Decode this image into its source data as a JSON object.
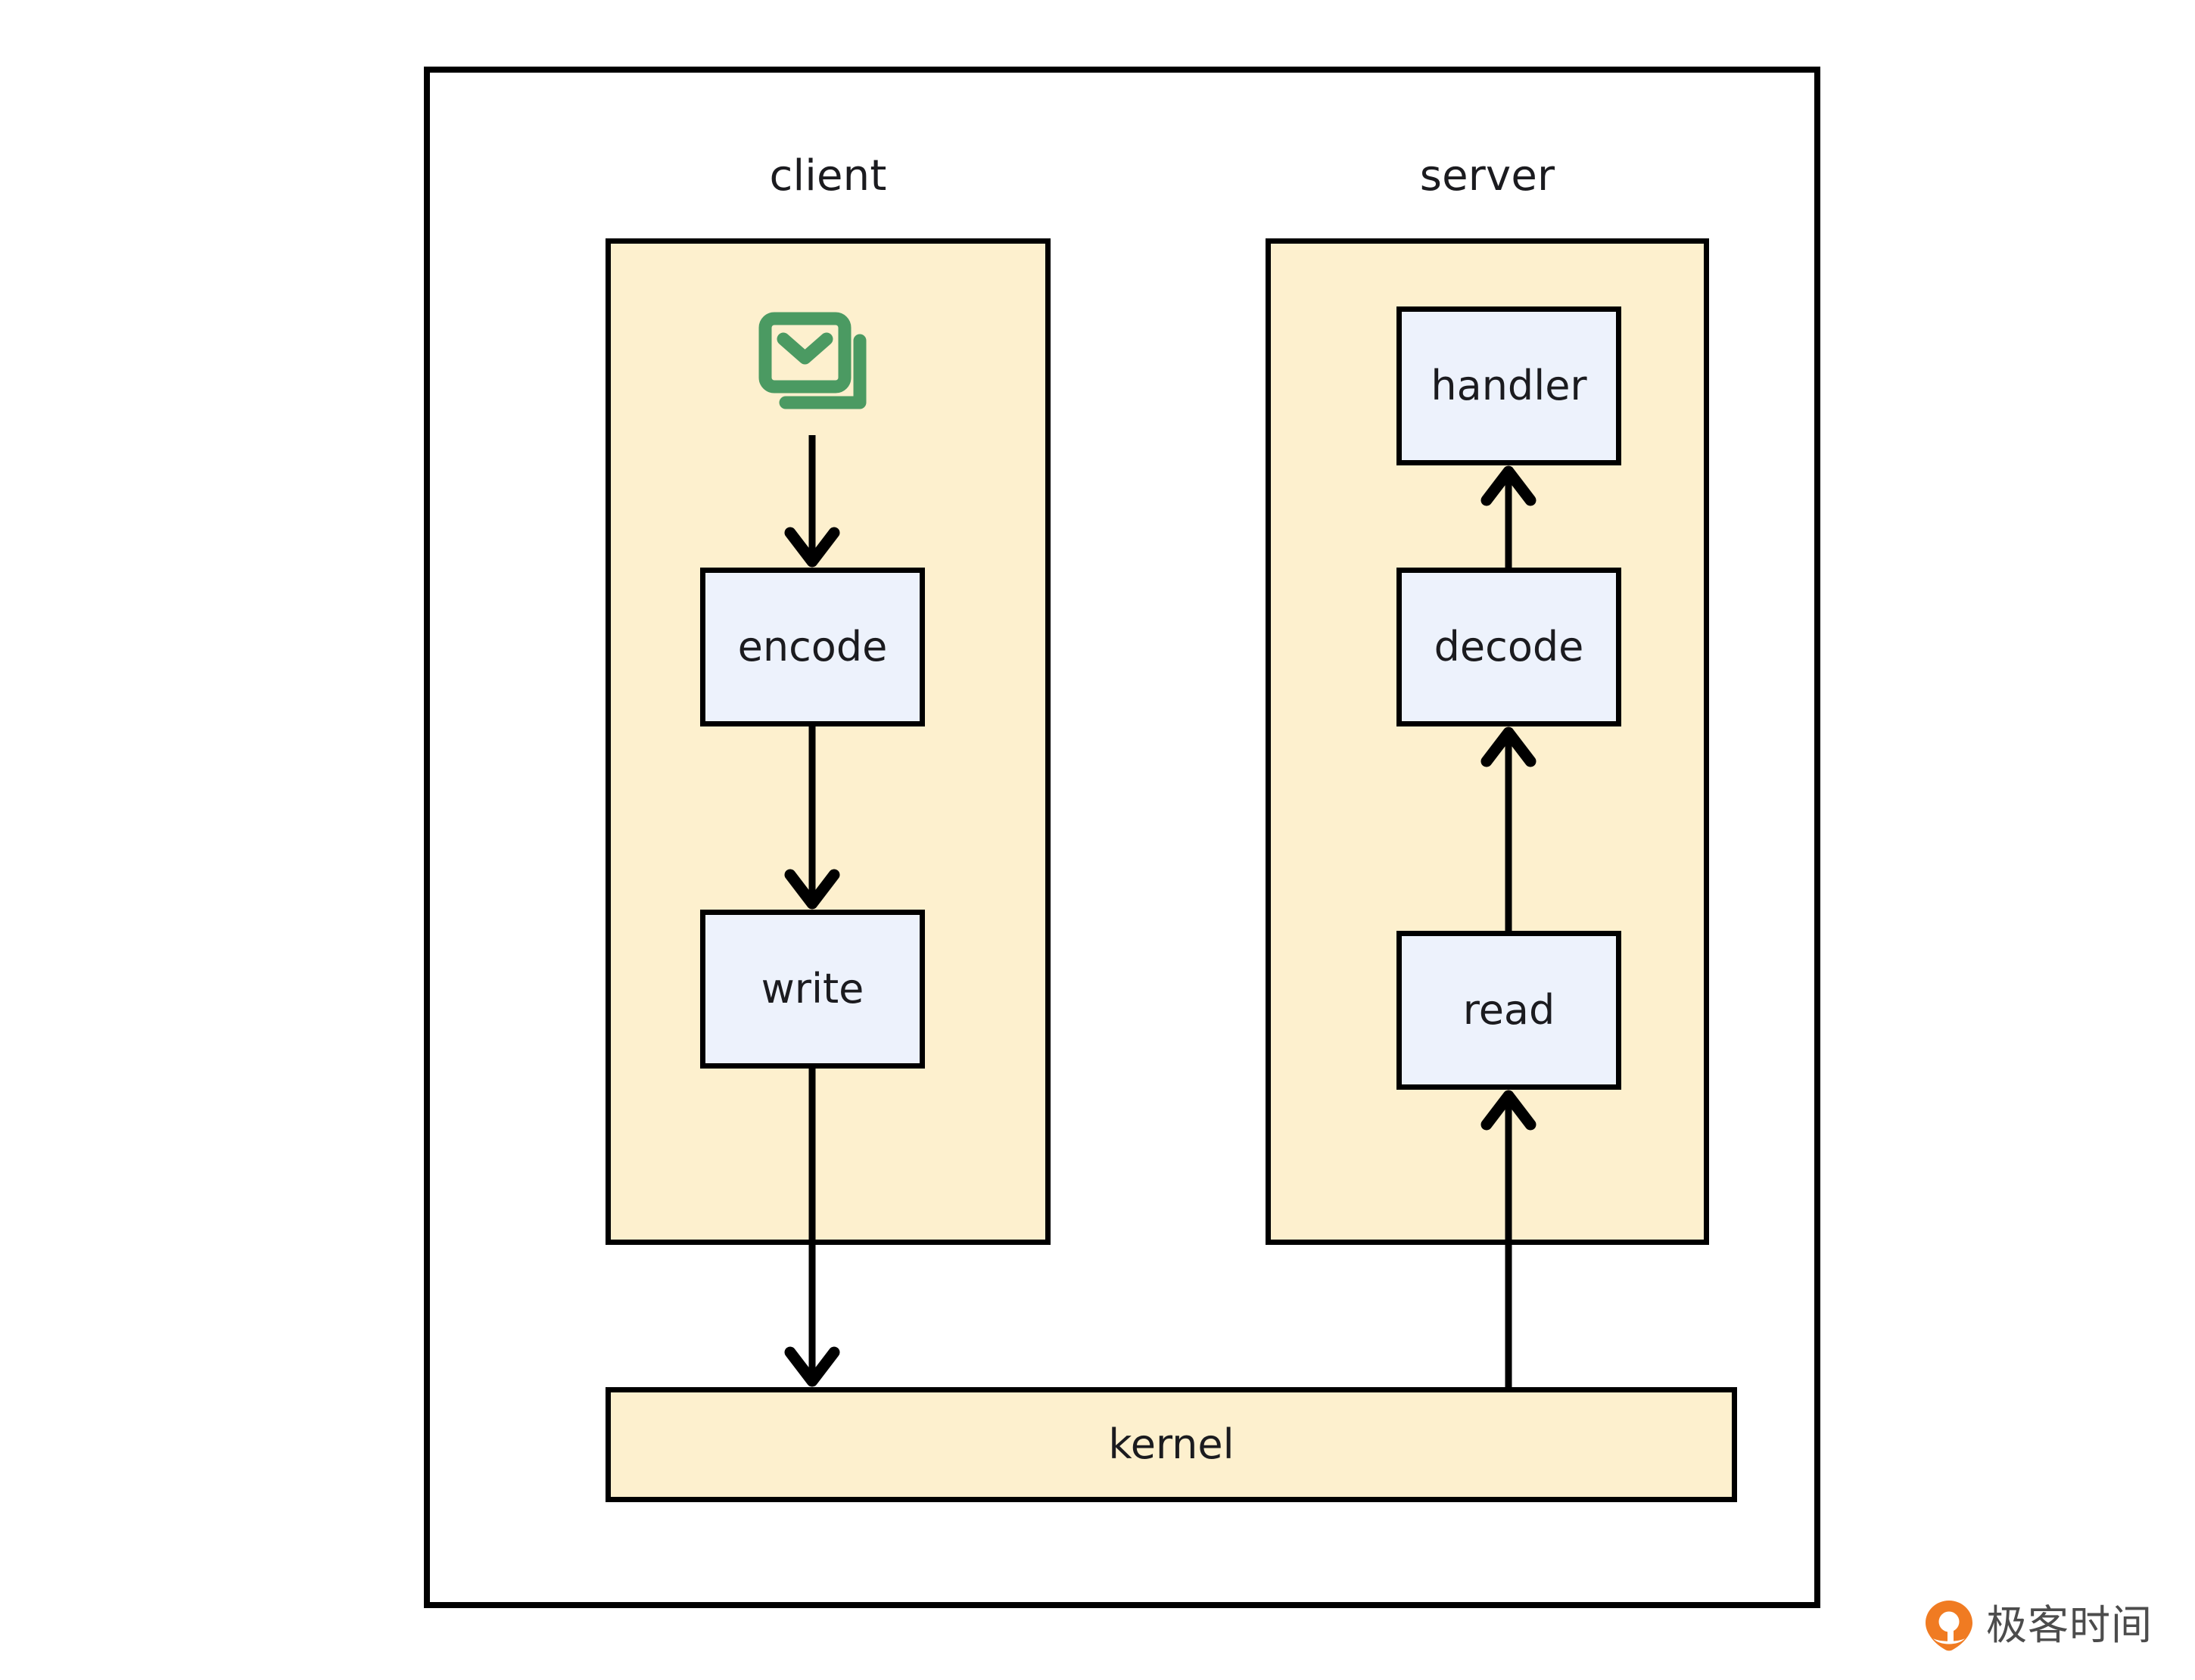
{
  "diagram": {
    "title": "RPC client-server encode/decode flow",
    "colors": {
      "lane_fill": "#FDF0CE",
      "box_fill": "#EDF2FC",
      "stroke": "#000000",
      "icon_green": "#4B9A62",
      "watermark_orange": "#F07B22",
      "watermark_gray": "#4C4C4C",
      "page_background": "#FFFFFF"
    },
    "lanes": [
      {
        "id": "client",
        "label": "client"
      },
      {
        "id": "server",
        "label": "server"
      }
    ],
    "nodes": [
      {
        "id": "messages",
        "label": "",
        "lane": "client",
        "type": "icon",
        "icon": "stacked-envelope-icon"
      },
      {
        "id": "encode",
        "label": "encode",
        "lane": "client",
        "type": "process"
      },
      {
        "id": "write",
        "label": "write",
        "lane": "client",
        "type": "process"
      },
      {
        "id": "kernel",
        "label": "kernel",
        "lane": "shared",
        "type": "band"
      },
      {
        "id": "read",
        "label": "read",
        "lane": "server",
        "type": "process"
      },
      {
        "id": "decode",
        "label": "decode",
        "lane": "server",
        "type": "process"
      },
      {
        "id": "handler",
        "label": "handler",
        "lane": "server",
        "type": "process"
      }
    ],
    "edges": [
      {
        "from": "messages",
        "to": "encode",
        "direction": "down"
      },
      {
        "from": "encode",
        "to": "write",
        "direction": "down"
      },
      {
        "from": "write",
        "to": "kernel",
        "direction": "down"
      },
      {
        "from": "kernel",
        "to": "read",
        "direction": "up"
      },
      {
        "from": "read",
        "to": "decode",
        "direction": "up"
      },
      {
        "from": "decode",
        "to": "handler",
        "direction": "up"
      }
    ]
  },
  "watermark": {
    "text": "极客时间",
    "logo_icon": "geektime-pin-logo-icon"
  }
}
